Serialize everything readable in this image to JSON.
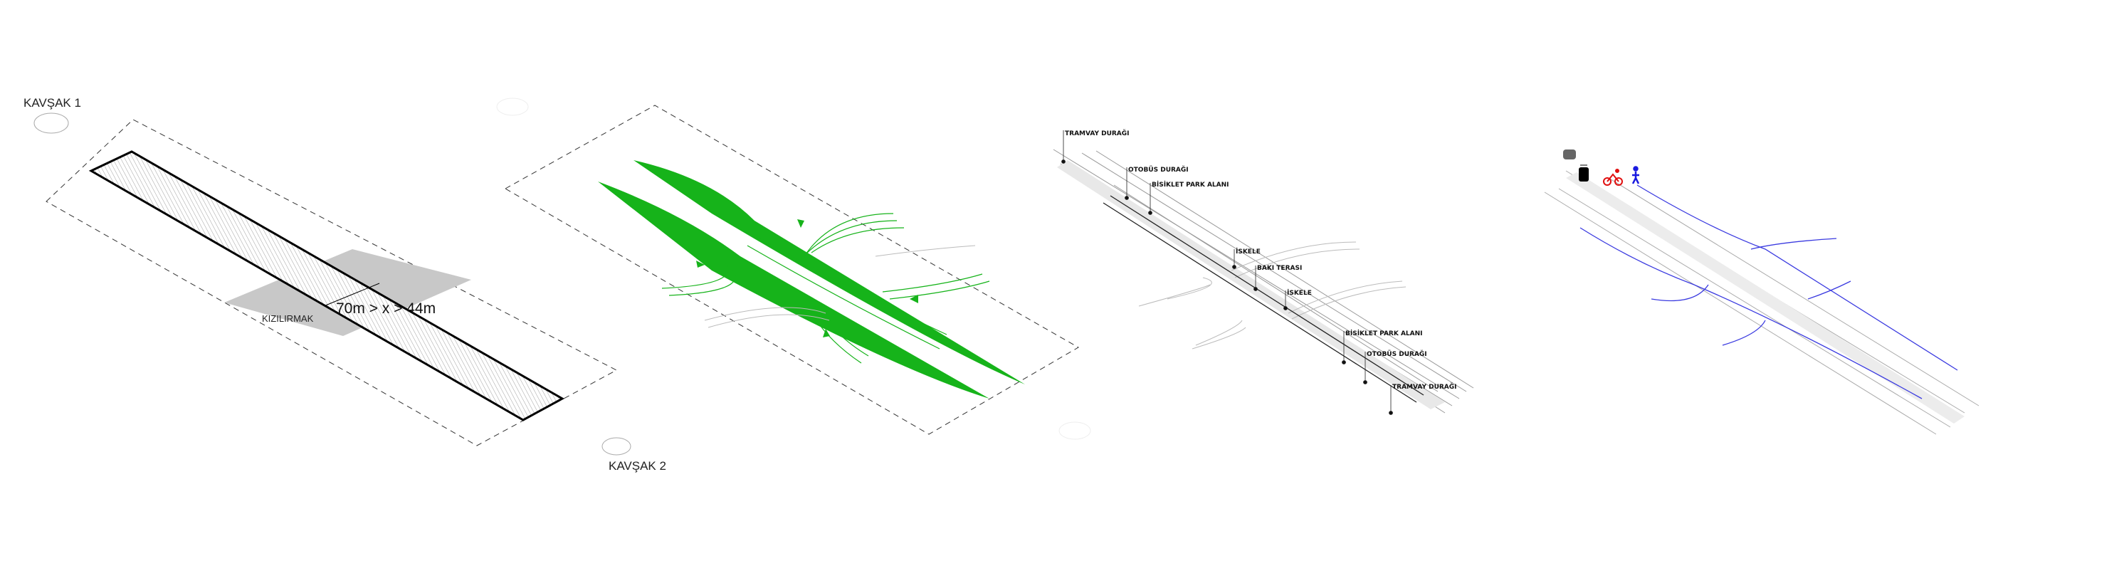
{
  "panel1": {
    "junction_1": "KAVŞAK 1",
    "junction_2": "KAVŞAK 2",
    "river_label": "KIZILIRMAK",
    "width_constraint": "70m > x > 44m"
  },
  "panel3": {
    "labels": [
      "TRAMVAY DURAĞI",
      "OTOBÜS DURAĞI",
      "BİSİKLET PARK ALANI",
      "İSKELE",
      "BAKI TERASI",
      "İSKELE",
      "BİSİKLET PARK ALANI",
      "OTOBÜS DURAĞI",
      "TRAMVAY DURAĞI"
    ]
  },
  "panel4": {
    "icons": [
      "car-icon",
      "tram-icon",
      "bicycle-icon",
      "pedestrian-icon"
    ]
  },
  "colors": {
    "green": "#16b31a",
    "blue": "#3a3ae0",
    "red": "#e01010",
    "gray": "#c8c8c8"
  }
}
